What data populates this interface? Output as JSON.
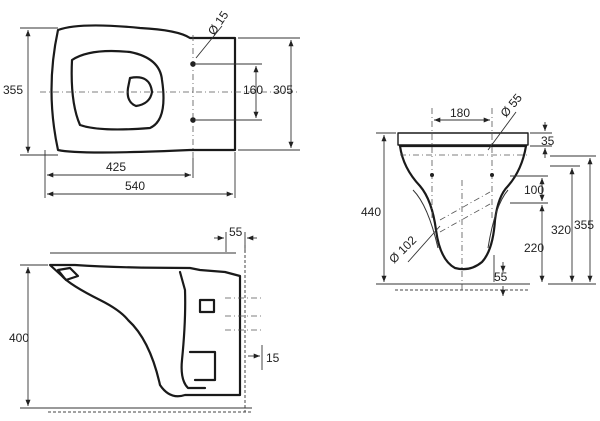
{
  "top_view": {
    "dims": {
      "hole_diameter": "Ø 15",
      "height_overall": "355",
      "height_back": "305",
      "hole_spacing": "160",
      "length_bowl": "425",
      "length_overall": "540"
    }
  },
  "side_view": {
    "dims": {
      "pipe_offset": "55",
      "height": "400",
      "inlet": "15"
    }
  },
  "front_view": {
    "dims": {
      "hole_spacing": "180",
      "pipe_diameter": "Ø 55",
      "top_thickness": "35",
      "height_outlet_top": "100",
      "height_overall": "440",
      "height_mid": "320",
      "height_top": "355",
      "outlet_diameter": "Ø 102",
      "height_lower": "220",
      "bottom_gap": "55"
    }
  },
  "colors": {
    "line": "#1a1a1a",
    "background": "#ffffff"
  }
}
